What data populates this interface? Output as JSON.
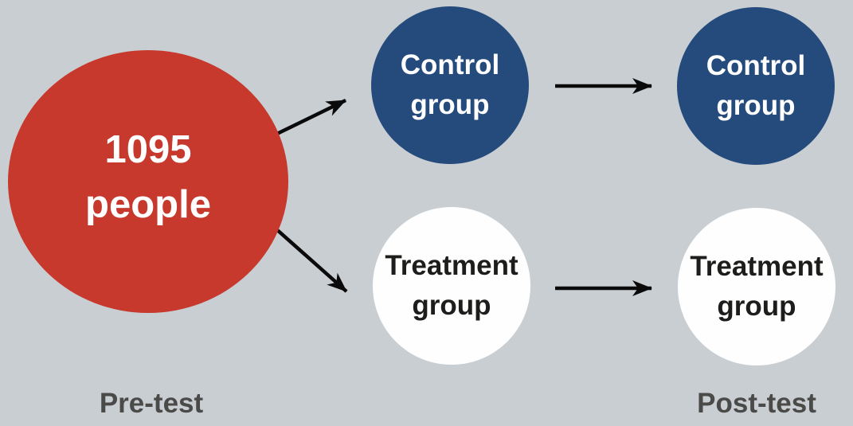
{
  "colors": {
    "background": "#C9CED3",
    "population-red": "#C6392C",
    "control-blue": "#254A7C",
    "treatment-white": "#FEFEFE",
    "light-text": "#FFFFFF",
    "dark-text": "#1D1D1B",
    "stage-label-text": "#4A4A48",
    "arrow-black": "#0A0A0A"
  },
  "diagram": {
    "population": {
      "label": "1095 people"
    },
    "pretest_column": {
      "control": {
        "label": "Control group"
      },
      "treatment": {
        "label": "Treatment group"
      }
    },
    "posttest_column": {
      "control": {
        "label": "Control group"
      },
      "treatment": {
        "label": "Treatment group"
      }
    },
    "stage_labels": {
      "pre": "Pre-test",
      "post": "Post-test"
    }
  }
}
